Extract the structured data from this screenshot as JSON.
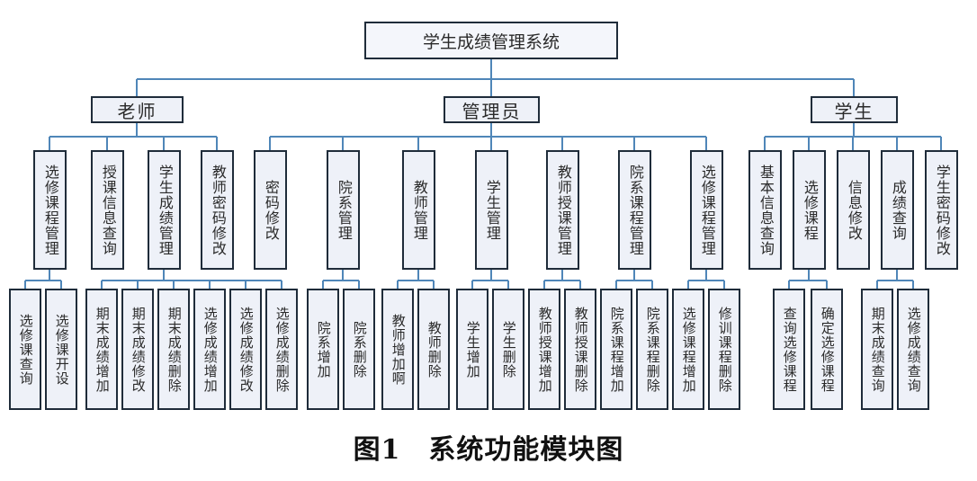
{
  "title": "学生成绩管理系统",
  "caption": "图1　系统功能模块图",
  "roles": [
    {
      "label": "老师",
      "modules": [
        {
          "label": "选修课程管理",
          "children": [
            "选修课查询",
            "选修课开设"
          ]
        },
        {
          "label": "授课信息查询",
          "children": []
        },
        {
          "label": "学生成绩管理",
          "children": [
            "期末成绩增加",
            "期末成绩修改",
            "期末成绩删除",
            "选修成绩增加",
            "选修成绩修改",
            "选修成绩删除"
          ]
        },
        {
          "label": "教师密码修改",
          "children": []
        }
      ]
    },
    {
      "label": "管理员",
      "modules": [
        {
          "label": "密码修改",
          "children": []
        },
        {
          "label": "院系管理",
          "children": [
            "院系增加",
            "院系删除"
          ]
        },
        {
          "label": "教师管理",
          "children": [
            "教师增加啊",
            "教师删除"
          ]
        },
        {
          "label": "学生管理",
          "children": [
            "学生增加",
            "学生删除"
          ]
        },
        {
          "label": "教师授课管理",
          "children": [
            "教师授课增加",
            "教师授课删除"
          ]
        },
        {
          "label": "院系课程管理",
          "children": [
            "院系课程增加",
            "院系课程删除"
          ]
        },
        {
          "label": "选修课程管理",
          "children": [
            "选修课程增加",
            "修训课程删除"
          ]
        }
      ]
    },
    {
      "label": "学生",
      "modules": [
        {
          "label": "基本信息查询",
          "children": []
        },
        {
          "label": "选修课程",
          "children": [
            "查询选修课程",
            "确定选修课程"
          ]
        },
        {
          "label": "信息修改",
          "children": []
        },
        {
          "label": "成绩查询",
          "children": [
            "期末成绩查询",
            "选修成绩查询"
          ]
        },
        {
          "label": "学生密码修改",
          "children": []
        }
      ]
    }
  ]
}
